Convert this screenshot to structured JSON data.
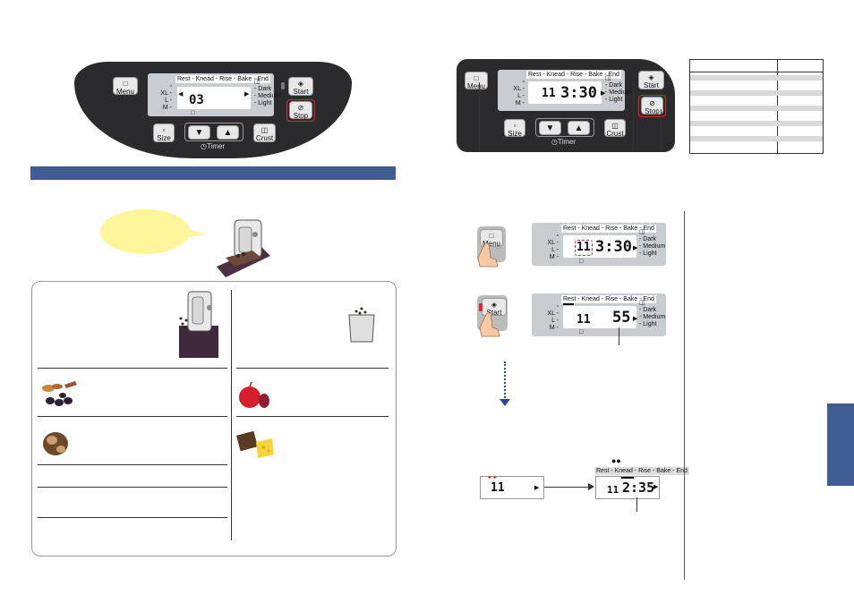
{
  "panel_labels": {
    "menu": "Menu",
    "start": "Start",
    "stop": "Stop",
    "size": "Size",
    "crust": "Crust",
    "timer": "Timer",
    "progress": "Rest - Knead - Rise - Bake - End",
    "size_xl": "XL -",
    "size_l": "L -",
    "size_m": "M -",
    "crust_dark": "- Dark",
    "crust_medium": "- Medium",
    "crust_light": "- Light"
  },
  "panel1": {
    "display": "03"
  },
  "panel2": {
    "menu_num": "11",
    "time": "3:30"
  },
  "step_menu": {
    "menu_num": "11",
    "time": "3:30"
  },
  "step_start": {
    "menu_num": "11",
    "time": "55"
  },
  "step_result": {
    "before": "11",
    "after_menu": "11",
    "after_time": "2:35"
  },
  "colors": {
    "panel": "#2b2b2d",
    "blue_bar": "#3f5b94",
    "callout_yellow": "#fff59a",
    "highlight": "#e0262a"
  },
  "icons": [
    "book-icon",
    "start-icon",
    "stop-icon",
    "bread-icon",
    "crust-icon",
    "clock-icon",
    "hand-icon",
    "raisin-icon",
    "apple-icon",
    "nut-icon",
    "chocolate-icon"
  ]
}
